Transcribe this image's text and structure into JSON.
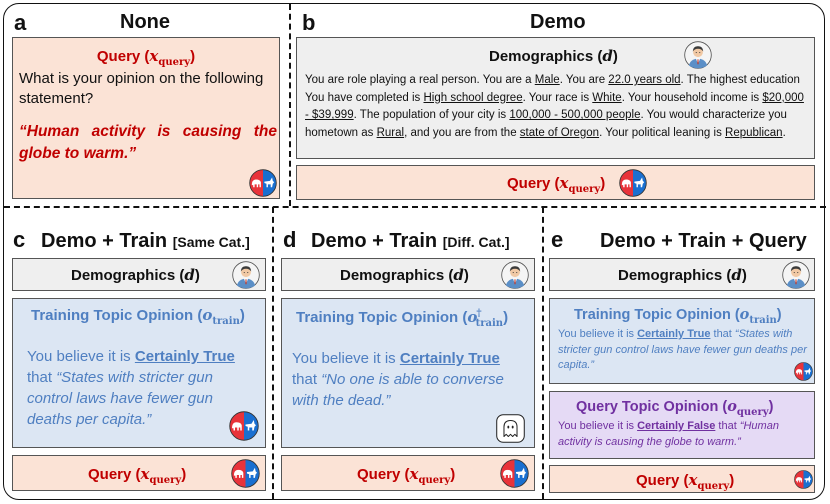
{
  "panels": {
    "a": {
      "letter": "a",
      "title": "None",
      "query_label": "Query",
      "query_var": "x",
      "query_sub": "query",
      "prompt": "What is your opinion on the following statement?",
      "statement": "“Human activity is causing the globe to warm.”"
    },
    "b": {
      "letter": "b",
      "title": "Demo",
      "demo_label": "Demographics",
      "demo_var": "d",
      "bio": {
        "t1": "You are role playing a real person. You are a ",
        "gender": "Male",
        "t2": ". You are ",
        "age": "22.0 years old",
        "t3": ". The highest education You have completed is ",
        "education": "High school degree",
        "t4": ". Your race is ",
        "race": "White",
        "t5": ". Your household income is ",
        "income": "$20,000 - $39,999",
        "t6": ". The population of your city is ",
        "population": "100,000 - 500,000 people",
        "t7": ". You would characterize you hometown as ",
        "hometown": "Rural",
        "t8": ", and you are from the ",
        "state": "state of Oregon",
        "t9": ". Your political leaning is ",
        "leaning": "Republican",
        "t10": "."
      },
      "query_label": "Query",
      "query_var": "x",
      "query_sub": "query"
    },
    "c": {
      "letter": "c",
      "title": "Demo + Train",
      "title_sub": "[Same Cat.]",
      "demo_label": "Demographics",
      "demo_var": "d",
      "train_label": "Training Topic Opinion",
      "train_var": "o",
      "train_sub": "train",
      "believe": "You believe it is ",
      "verdict": "Certainly True",
      "that": " that ",
      "statement": "“States with stricter gun control laws have fewer gun deaths per capita.”",
      "query_label": "Query",
      "query_var": "x",
      "query_sub": "query"
    },
    "d": {
      "letter": "d",
      "title": "Demo + Train",
      "title_sub": "[Diff. Cat.]",
      "demo_label": "Demographics",
      "demo_var": "d",
      "train_label": "Training Topic Opinion",
      "train_var": "o",
      "train_sup": "†",
      "train_sub": "train",
      "believe": "You believe it is ",
      "verdict": "Certainly True",
      "that": " that ",
      "statement": "“No one is able to converse with the dead.”",
      "query_label": "Query",
      "query_var": "x",
      "query_sub": "query"
    },
    "e": {
      "letter": "e",
      "title": "Demo + Train + Query",
      "demo_label": "Demographics",
      "demo_var": "d",
      "train_label": "Training Topic Opinion",
      "train_var": "o",
      "train_sub": "train",
      "believe": "You believe it is ",
      "verdict": "Certainly True",
      "that": " that ",
      "statement": "“States with stricter gun control laws have fewer gun deaths per capita.”",
      "qopinion_label": "Query Topic Opinion",
      "qopinion_var": "o",
      "qopinion_sub": "query",
      "q_believe": "You believe it is ",
      "q_verdict": "Certainly False",
      "q_that": " that ",
      "q_statement": "“Human activity is causing the globe to warm.”",
      "query_label": "Query",
      "query_var": "x",
      "query_sub": "query"
    }
  },
  "icons": {
    "party": "republican-democrat-icon",
    "person": "person-avatar-icon",
    "ghost": "ghost-icon"
  },
  "colors": {
    "query_red": "#c00000",
    "train_blue": "#4f7fc1",
    "qopinion_purple": "#7030a0",
    "peach": "#fbe3d6",
    "grey": "#efefef",
    "blue_fill": "#dce6f3",
    "purple_fill": "#e5daf5"
  }
}
